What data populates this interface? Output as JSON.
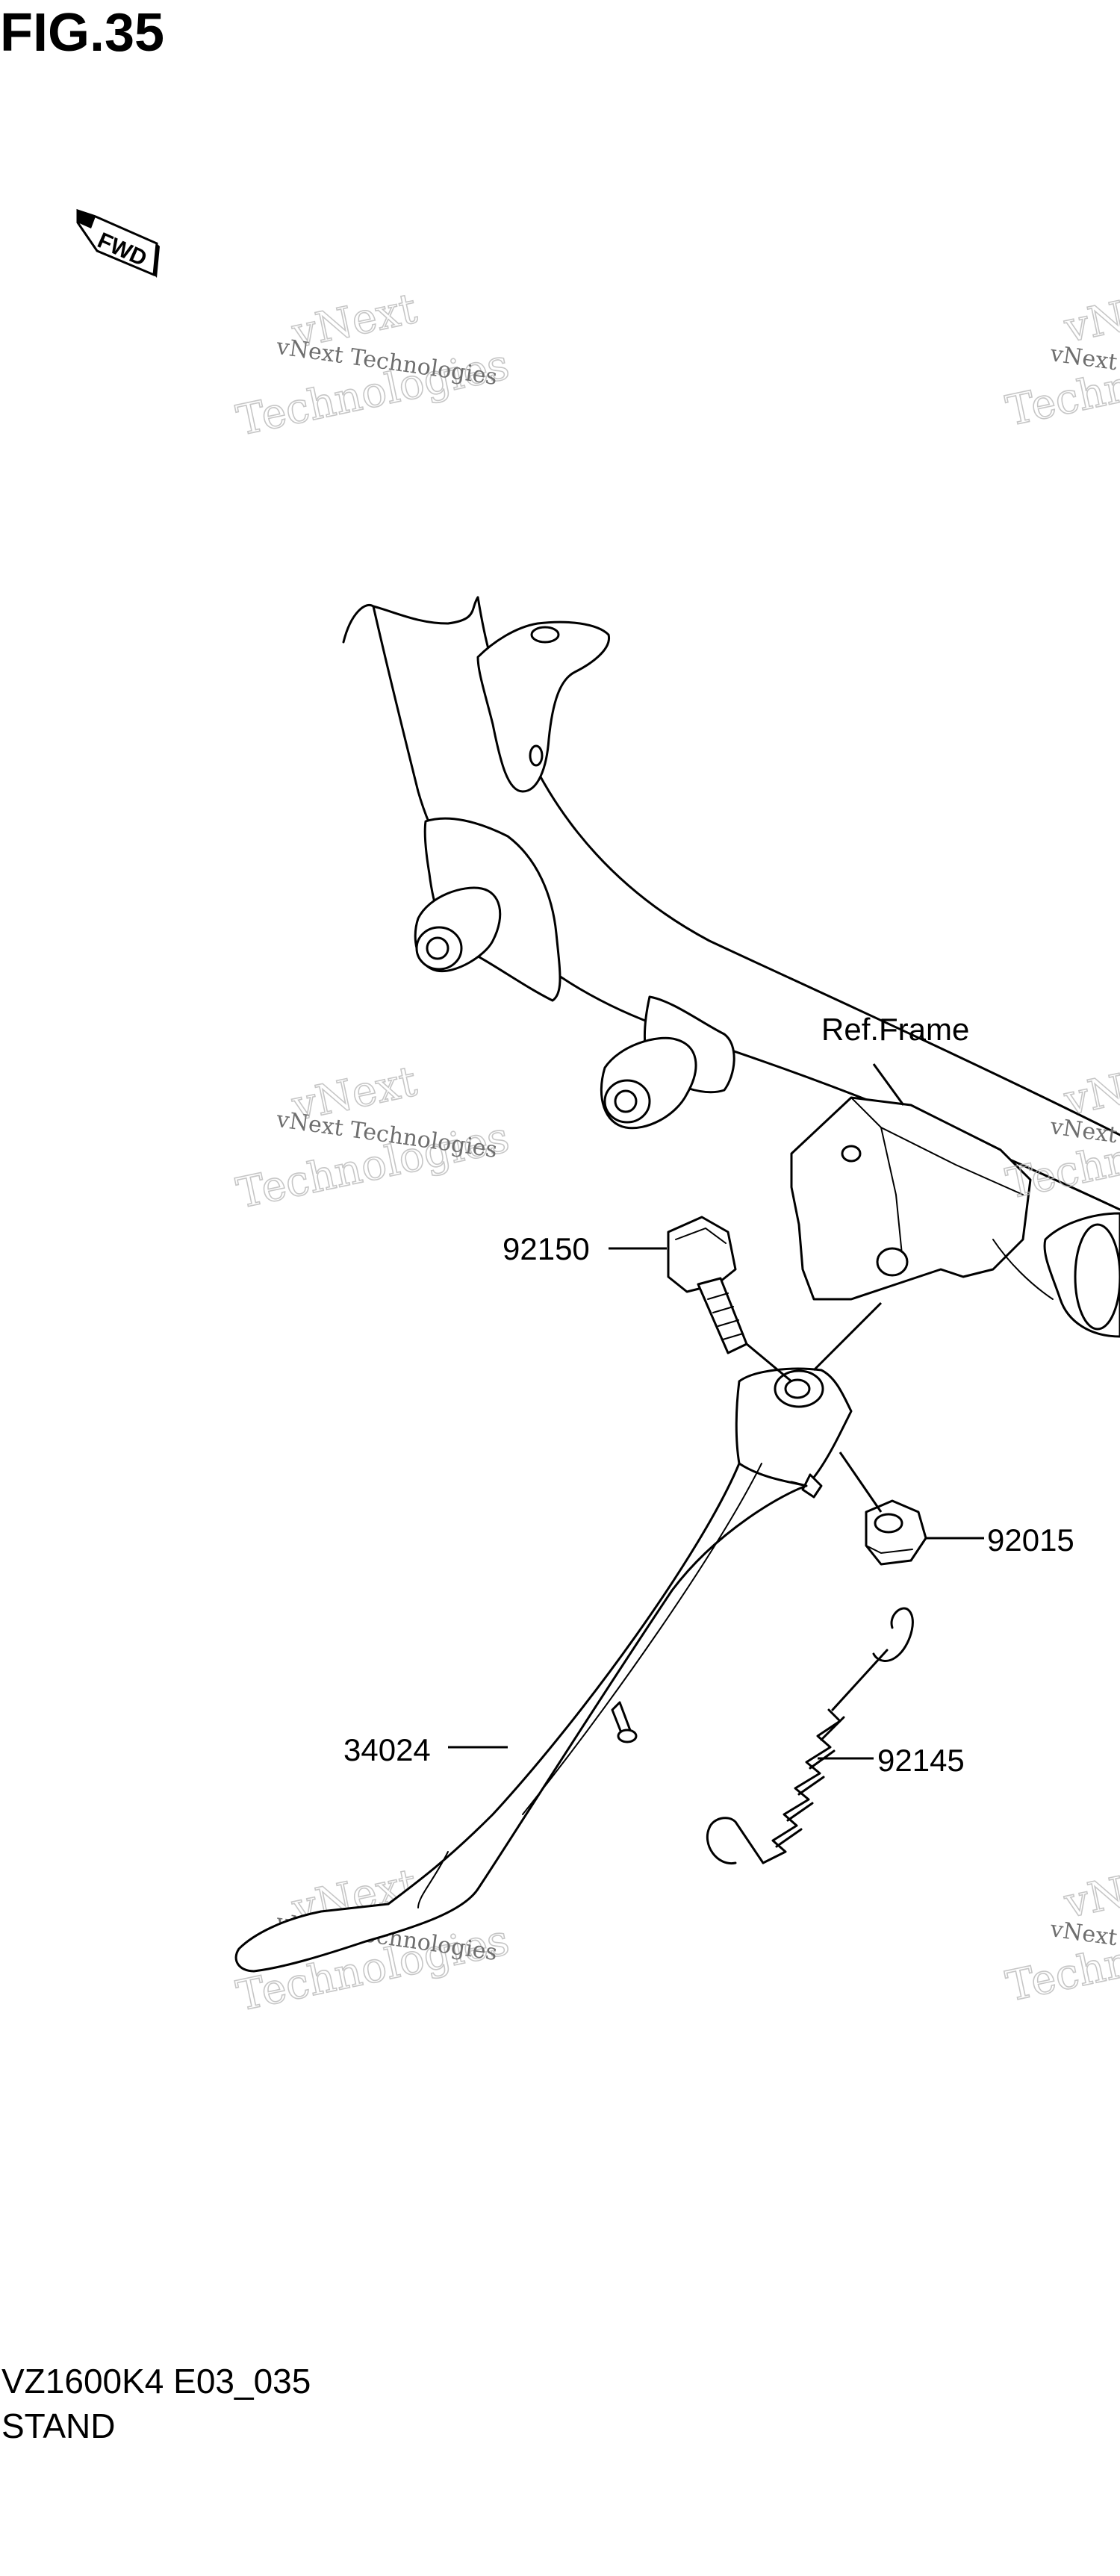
{
  "figure": {
    "title": "FIG.35",
    "model_code": "VZ1600K4 E03_035",
    "section_name": "STAND"
  },
  "fwd_arrow": {
    "label": "FWD",
    "icon": "fwd-arrow-icon"
  },
  "callouts": [
    {
      "part_number": "Ref.Frame"
    },
    {
      "part_number": "92150"
    },
    {
      "part_number": "92015"
    },
    {
      "part_number": "34024"
    },
    {
      "part_number": "92145"
    }
  ],
  "watermark": {
    "line_small": "vNext Technologies",
    "line_large_1": "vNext",
    "line_large_2": "Technologies"
  }
}
